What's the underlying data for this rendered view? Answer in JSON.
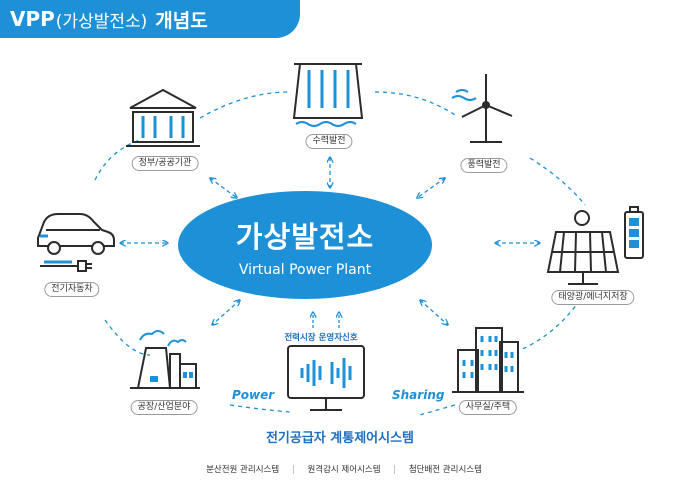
{
  "header": {
    "title_bold": "VPP",
    "title_paren": "(가상발전소)",
    "title_tail": "개념도"
  },
  "center": {
    "title": "가상발전소",
    "subtitle": "Virtual Power Plant"
  },
  "nodes": {
    "government": "정부/공공기관",
    "hydro": "수력발전",
    "wind": "풍력발전",
    "solar": "태양광/에너지저장",
    "office": "사무실/주택",
    "factory": "공장/산업분야",
    "ev": "전기자동차"
  },
  "flows": {
    "power": "Power",
    "sharing": "Sharing"
  },
  "signal": "전력시장 운영자신호",
  "control_system": "전기공급자 계통제어시스템",
  "bottom_systems": [
    "분산전원 관리시스템",
    "원격감시 제어시스템",
    "첨단배전 관리시스템"
  ],
  "colors": {
    "accent": "#1e90d8",
    "icon_stroke": "#2b2b2b",
    "ellipse": "#1e90d8"
  }
}
